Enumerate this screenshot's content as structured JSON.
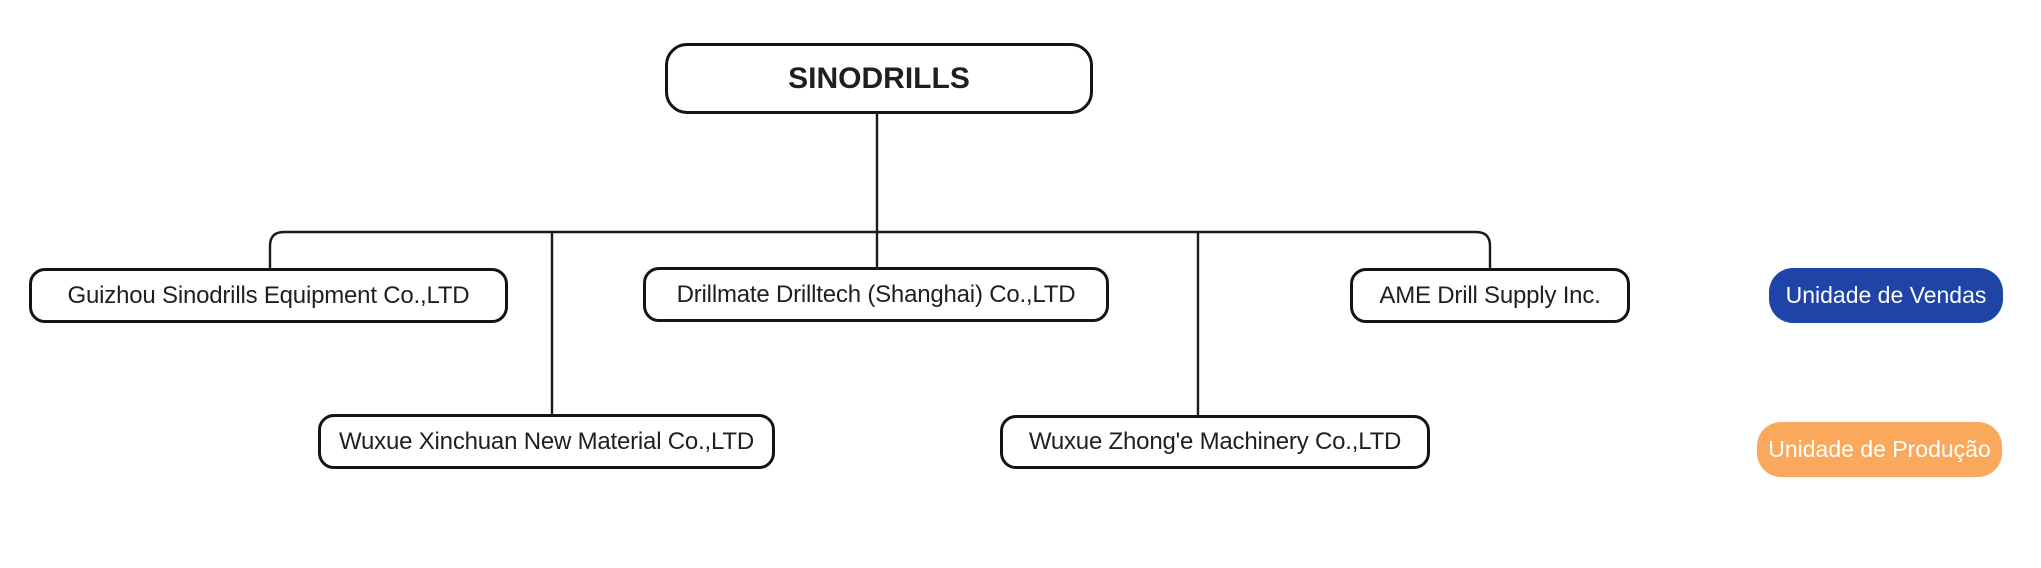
{
  "org": {
    "root": {
      "label": "SINODRILLS"
    },
    "children_row1": [
      {
        "label": "Guizhou Sinodrills Equipment Co.,LTD"
      },
      {
        "label": "Drillmate Drilltech (Shanghai) Co.,LTD"
      },
      {
        "label": "AME Drill Supply Inc."
      }
    ],
    "children_row2": [
      {
        "label": "Wuxue Xinchuan New Material Co.,LTD"
      },
      {
        "label": "Wuxue Zhong'e Machinery Co.,LTD"
      }
    ]
  },
  "legend": {
    "items": [
      {
        "label": "Unidade de Vendas",
        "color": "#1e44a8"
      },
      {
        "label": "Unidade de Produção",
        "color": "#f9a85c"
      }
    ]
  },
  "colors": {
    "connector_line": "#1a1a1a",
    "node_border": "#141414",
    "node_text": "#1f1f1f",
    "legend_text": "#ffffff",
    "background": "#ffffff"
  }
}
